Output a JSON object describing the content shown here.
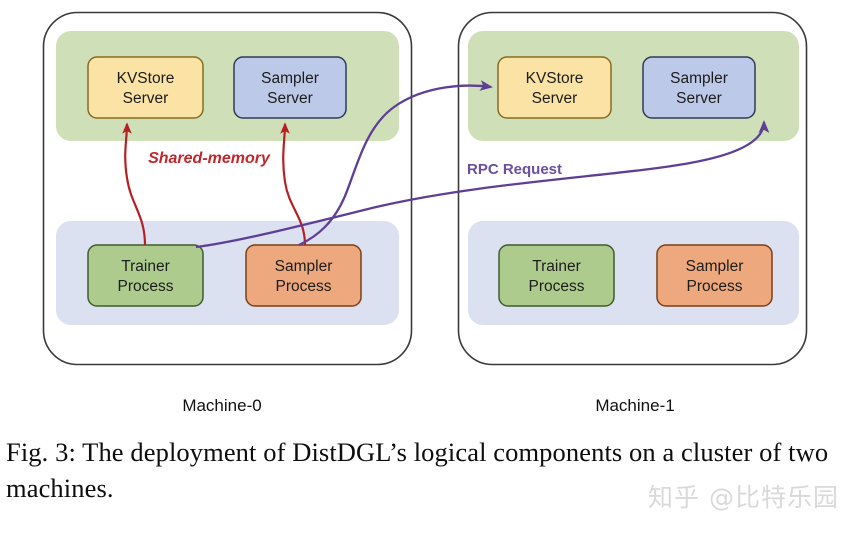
{
  "figure": {
    "caption": "Fig. 3: The deployment of DistDGL’s logical components on a cluster of two machines.",
    "watermark": "知乎 @比特乐园"
  },
  "colors": {
    "server_panel_bg": "#cfe0b8",
    "process_panel_bg": "#dbe1f0",
    "kvstore_fill": "#fae3a4",
    "kvstore_stroke": "#8a6a1f",
    "sampler_server_fill": "#bcc9e8",
    "sampler_server_stroke": "#2f3a57",
    "trainer_fill": "#aecb8e",
    "trainer_stroke": "#3f5c2c",
    "sampler_process_fill": "#eda87d",
    "sampler_process_stroke": "#7d3f15",
    "machine_border": "#3a3a3a",
    "shared_memory_arrow": "#b52024",
    "rpc_arrow": "#5f3f96",
    "shared_memory_text": "#c0282c",
    "rpc_text": "#6b4e9e",
    "node_text": "#1c1c1c"
  },
  "machines": [
    {
      "id": "machine-0",
      "label": "Machine-0",
      "server_panel": {
        "name": "server-panel",
        "nodes": [
          {
            "id": "kvstore-server",
            "label_line1": "KVStore",
            "label_line2": "Server"
          },
          {
            "id": "sampler-server",
            "label_line1": "Sampler",
            "label_line2": "Server"
          }
        ]
      },
      "process_panel": {
        "name": "process-panel",
        "nodes": [
          {
            "id": "trainer-process",
            "label_line1": "Trainer",
            "label_line2": "Process"
          },
          {
            "id": "sampler-process",
            "label_line1": "Sampler",
            "label_line2": "Process"
          }
        ]
      }
    },
    {
      "id": "machine-1",
      "label": "Machine-1",
      "server_panel": {
        "name": "server-panel",
        "nodes": [
          {
            "id": "kvstore-server",
            "label_line1": "KVStore",
            "label_line2": "Server"
          },
          {
            "id": "sampler-server",
            "label_line1": "Sampler",
            "label_line2": "Server"
          }
        ]
      },
      "process_panel": {
        "name": "process-panel",
        "nodes": [
          {
            "id": "trainer-process",
            "label_line1": "Trainer",
            "label_line2": "Process"
          },
          {
            "id": "sampler-process",
            "label_line1": "Sampler",
            "label_line2": "Process"
          }
        ]
      }
    }
  ],
  "edges": {
    "shared_memory_label": "Shared-memory",
    "rpc_label": "RPC Request",
    "connections": [
      {
        "id": "trainer-to-kvstore-local",
        "kind": "shared-memory",
        "from": "m0-trainer-process",
        "to": "m0-kvstore-server"
      },
      {
        "id": "sampler-to-sampler-server-local",
        "kind": "shared-memory",
        "from": "m0-sampler-process",
        "to": "m0-sampler-server"
      },
      {
        "id": "sampler-process-to-remote-kvstore",
        "kind": "rpc",
        "from": "m0-sampler-process",
        "to": "m1-kvstore-server"
      },
      {
        "id": "trainer-process-to-remote-sampler-server",
        "kind": "rpc",
        "from": "m0-trainer-process",
        "to": "m1-sampler-server"
      }
    ]
  }
}
